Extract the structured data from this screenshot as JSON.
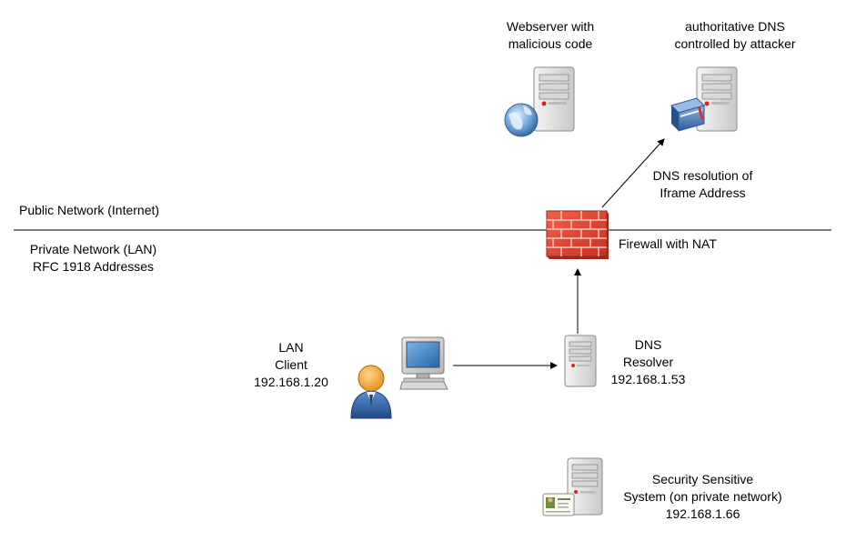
{
  "zones": {
    "public_label": "Public Network (Internet)",
    "private_label_line1": "Private Network (LAN)",
    "private_label_line2": "RFC 1918 Addresses"
  },
  "nodes": {
    "webserver": {
      "line1": "Webserver with",
      "line2": "malicious code",
      "icon": "server-globe-icon"
    },
    "auth_dns": {
      "line1": "authoritative DNS",
      "line2": "controlled by attacker",
      "icon": "server-book-icon"
    },
    "firewall": {
      "label": "Firewall with NAT",
      "icon": "brick-firewall-icon",
      "color": "#e04a3a"
    },
    "lan_client": {
      "line1": "LAN",
      "line2": "Client",
      "line3": "192.168.1.20",
      "icon": "user-workstation-icon",
      "accent": "#f5a623"
    },
    "dns_resolver": {
      "line1": "DNS",
      "line2": "Resolver",
      "line3": "192.168.1.53",
      "icon": "server-icon"
    },
    "secure_system": {
      "line1": "Security Sensitive",
      "line2": "System (on private network)",
      "line3": "192.168.1.66",
      "icon": "server-badge-icon"
    }
  },
  "edges": {
    "dns_resolution_label_line1": "DNS resolution of",
    "dns_resolution_label_line2": "Iframe Address",
    "list": [
      {
        "from": "lan_client",
        "to": "dns_resolver"
      },
      {
        "from": "dns_resolver",
        "to": "firewall"
      },
      {
        "from": "firewall",
        "to": "auth_dns"
      }
    ]
  }
}
